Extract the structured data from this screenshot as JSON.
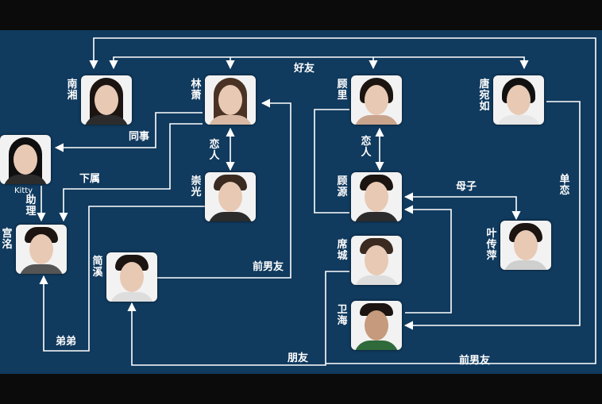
{
  "colors": {
    "background": "#103a5e",
    "line": "#ffffff",
    "frame": "#0b0b0b"
  },
  "people": {
    "nanxiang": "南湘",
    "linxiao": "林萧",
    "guli": "顾里",
    "tangwanru": "唐宛如",
    "kitty": "Kitty",
    "gongming": "宫洺",
    "chongguang": "崇光",
    "guyuan": "顾源",
    "yechuanping": "叶传萍",
    "jianxi": "简溪",
    "xicheng": "席城",
    "weihai": "卫海"
  },
  "relations": {
    "friends_top": "好友",
    "colleague": "同事",
    "subordinate": "下属",
    "assistant": "助理",
    "lovers_lin_chong": "恋人",
    "lovers_gu": "恋人",
    "mother_son": "母子",
    "unrequited": "单恋",
    "ex_boyfriend_jianxi": "前男友",
    "brother": "弟弟",
    "friend": "朋友",
    "ex_boyfriend_xicheng": "前男友"
  }
}
